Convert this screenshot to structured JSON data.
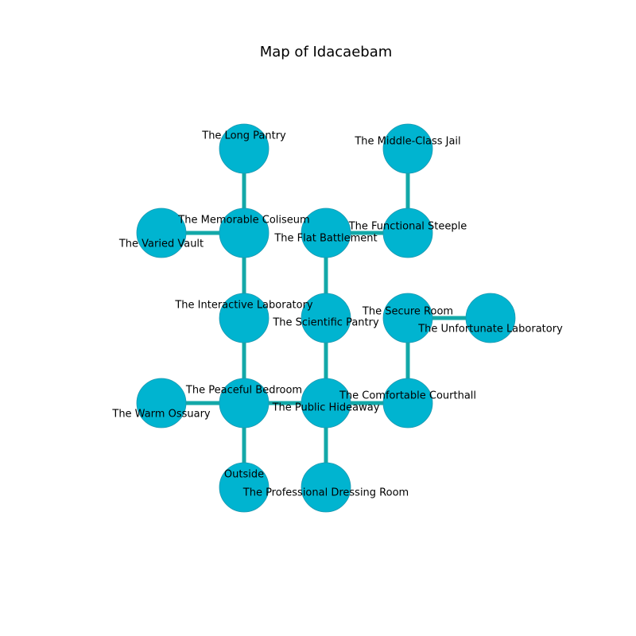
{
  "title": "Map of Idacaebam",
  "colors": {
    "node_fill": "#00b4d0",
    "node_stroke": "#1a98b0",
    "edge": "#13a8a8",
    "background": "#ffffff"
  },
  "rooms": [
    {
      "id": "long-pantry",
      "name": "The Long Pantry"
    },
    {
      "id": "middle-class-jail",
      "name": "The Middle-Class Jail"
    },
    {
      "id": "varied-vault",
      "name": "The Varied Vault"
    },
    {
      "id": "memorable-coliseum",
      "name": "The Memorable Coliseum"
    },
    {
      "id": "flat-battlement",
      "name": "The Flat Battlement"
    },
    {
      "id": "functional-steeple",
      "name": "The Functional Steeple"
    },
    {
      "id": "interactive-laboratory",
      "name": "The Interactive Laboratory"
    },
    {
      "id": "scientific-pantry",
      "name": "The Scientific Pantry"
    },
    {
      "id": "secure-room",
      "name": "The Secure Room"
    },
    {
      "id": "unfortunate-laboratory",
      "name": "The Unfortunate Laboratory"
    },
    {
      "id": "warm-ossuary",
      "name": "The Warm Ossuary"
    },
    {
      "id": "peaceful-bedroom",
      "name": "The Peaceful Bedroom"
    },
    {
      "id": "public-hideaway",
      "name": "The Public Hideaway"
    },
    {
      "id": "comfortable-courthall",
      "name": "The Comfortable Courthall"
    },
    {
      "id": "outside",
      "name": "Outside"
    },
    {
      "id": "professional-dressing-room",
      "name": "The Professional Dressing Room"
    }
  ],
  "connections": [
    [
      "long-pantry",
      "memorable-coliseum"
    ],
    [
      "varied-vault",
      "memorable-coliseum"
    ],
    [
      "memorable-coliseum",
      "interactive-laboratory"
    ],
    [
      "interactive-laboratory",
      "peaceful-bedroom"
    ],
    [
      "warm-ossuary",
      "peaceful-bedroom"
    ],
    [
      "peaceful-bedroom",
      "outside"
    ],
    [
      "peaceful-bedroom",
      "public-hideaway"
    ],
    [
      "flat-battlement",
      "functional-steeple"
    ],
    [
      "flat-battlement",
      "scientific-pantry"
    ],
    [
      "middle-class-jail",
      "functional-steeple"
    ],
    [
      "scientific-pantry",
      "public-hideaway"
    ],
    [
      "public-hideaway",
      "comfortable-courthall"
    ],
    [
      "public-hideaway",
      "professional-dressing-room"
    ],
    [
      "secure-room",
      "unfortunate-laboratory"
    ],
    [
      "secure-room",
      "comfortable-courthall"
    ]
  ]
}
